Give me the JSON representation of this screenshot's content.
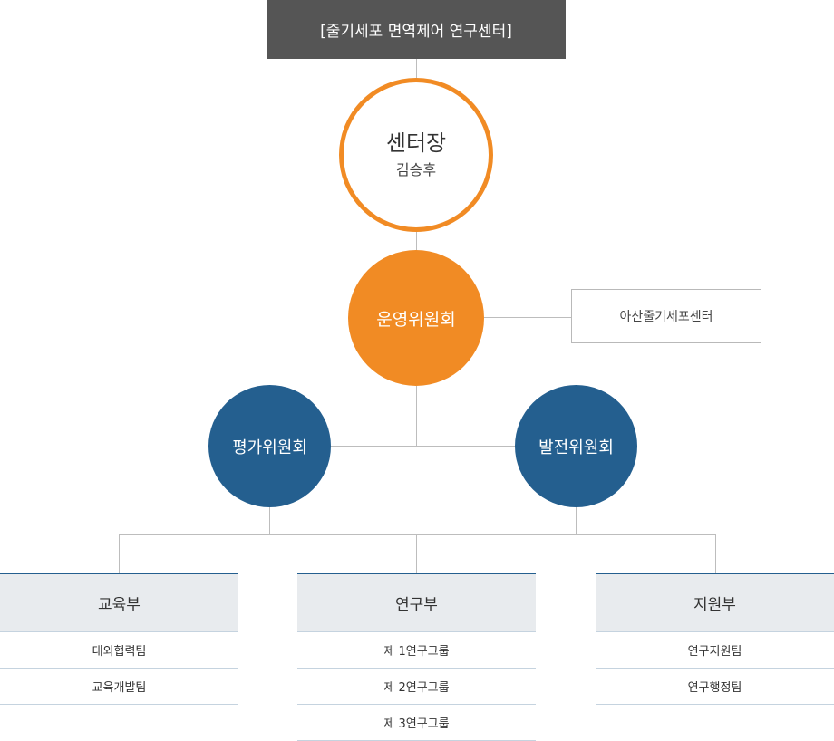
{
  "title": "[줄기세포 면역제어 연구센터]",
  "director": {
    "role": "센터장",
    "name": "김승후"
  },
  "committees": {
    "operations": "운영위원회",
    "evaluation": "평가위원회",
    "development": "발전위원회"
  },
  "partner": "아산줄기세포센터",
  "departments": [
    {
      "name": "교육부",
      "teams": [
        "대외협력팀",
        "교육개발팀"
      ]
    },
    {
      "name": "연구부",
      "teams": [
        "제 1연구그룹",
        "제 2연구그룹",
        "제 3연구그룹"
      ]
    },
    {
      "name": "지원부",
      "teams": [
        "연구지원팀",
        "연구행정팀"
      ]
    }
  ],
  "colors": {
    "orange": "#f18b24",
    "navy": "#245f8f",
    "title_bg": "#555555",
    "dept_bg": "#e8ebee"
  }
}
